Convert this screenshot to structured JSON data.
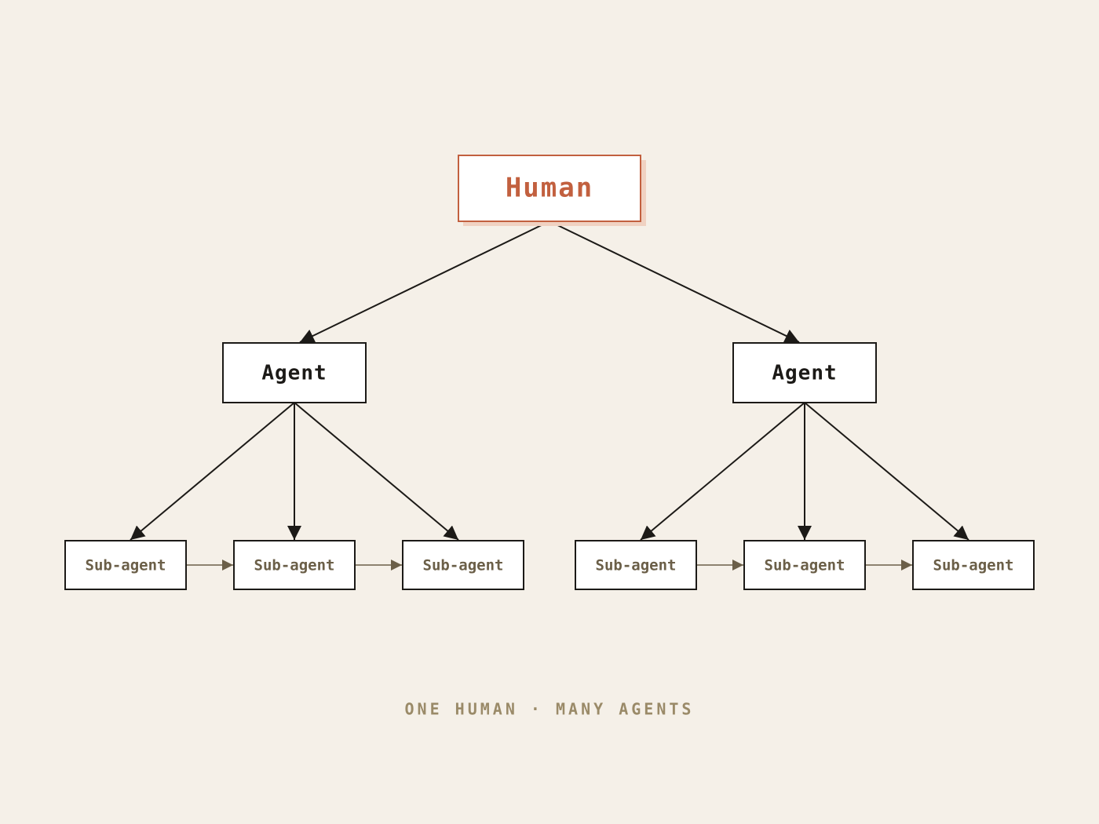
{
  "colors": {
    "background": "#f5f0e8",
    "human_accent": "#c2603f",
    "human_shadow": "#f0d2c2",
    "primary_ink": "#1c1a17",
    "secondary_ink": "#6b5f48",
    "caption": "#9a8a68",
    "box_fill": "#ffffff"
  },
  "human": {
    "label": "Human"
  },
  "agents": [
    {
      "label": "Agent",
      "subagents": [
        {
          "label": "Sub-agent"
        },
        {
          "label": "Sub-agent"
        },
        {
          "label": "Sub-agent"
        }
      ]
    },
    {
      "label": "Agent",
      "subagents": [
        {
          "label": "Sub-agent"
        },
        {
          "label": "Sub-agent"
        },
        {
          "label": "Sub-agent"
        }
      ]
    }
  ],
  "caption": "ONE HUMAN · MANY AGENTS"
}
